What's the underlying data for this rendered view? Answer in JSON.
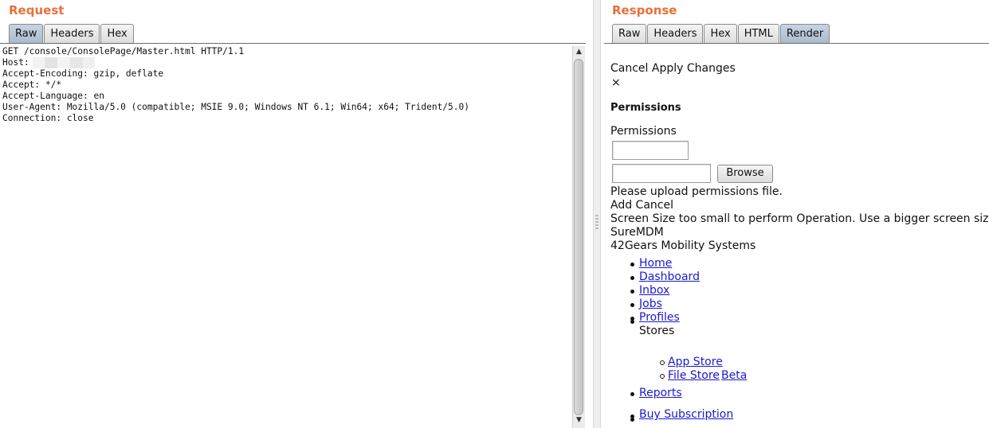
{
  "request": {
    "title": "Request",
    "tabs": [
      "Raw",
      "Headers",
      "Hex"
    ],
    "active_tab": "Raw",
    "lines": {
      "l1": "GET /console/ConsolePage/Master.html HTTP/1.1",
      "l2": "Host:",
      "l3": "Accept-Encoding: gzip, deflate",
      "l4": "Accept: */*",
      "l5": "Accept-Language: en",
      "l6": "User-Agent: Mozilla/5.0 (compatible; MSIE 9.0; Windows NT 6.1; Win64; x64; Trident/5.0)",
      "l7": "Connection: close"
    }
  },
  "response": {
    "title": "Response",
    "tabs": [
      "Raw",
      "Headers",
      "Hex",
      "HTML",
      "Render"
    ],
    "active_tab": "Render",
    "render": {
      "cancel_apply": "Cancel Apply Changes",
      "close_glyph": "×",
      "permissions_heading": "Permissions",
      "permissions_label": "Permissions",
      "browse_label": "Browse",
      "upload_hint": "Please upload permissions file.",
      "add_cancel": "Add Cancel",
      "screen_warning": "Screen Size too small to perform Operation. Use a bigger screen size",
      "brand": "SureMDM",
      "company": "42Gears Mobility Systems",
      "nav": {
        "home": "Home",
        "dashboard": "Dashboard",
        "inbox": "Inbox",
        "jobs": "Jobs",
        "profiles": "Profiles",
        "stores": "Stores",
        "app_store": "App Store",
        "file_store": "File Store",
        "beta": "Beta",
        "reports": "Reports",
        "buy_subscription": "Buy Subscription"
      }
    }
  },
  "scrollbar": {
    "up_glyph": "▲",
    "down_glyph": "▼"
  }
}
